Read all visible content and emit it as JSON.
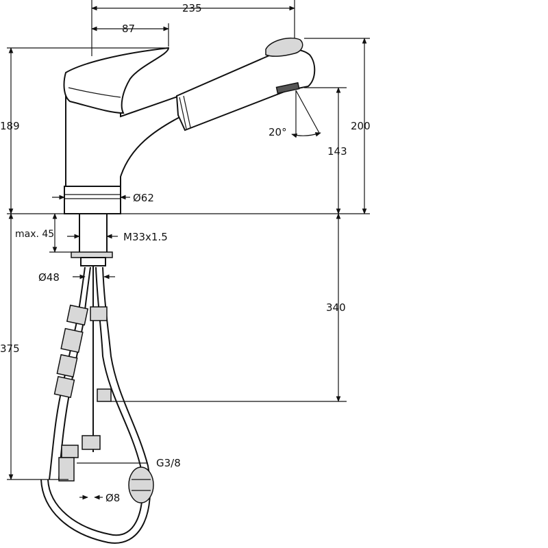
{
  "drawing": {
    "dimensions": {
      "overall_reach": "235",
      "lever_reach": "87",
      "lever_height": "189",
      "spout_height": "200",
      "outlet_height": "143",
      "spray_angle": "20°",
      "base_diameter": "Ø62",
      "max_deck": "max. 45",
      "thread": "M33x1.5",
      "shank_diameter": "Ø48",
      "below_deck": "340",
      "hose_length": "375",
      "connection": "G3/8",
      "pipe_diameter": "Ø8"
    },
    "colors": {
      "line": "#111111",
      "background": "#ffffff"
    }
  }
}
